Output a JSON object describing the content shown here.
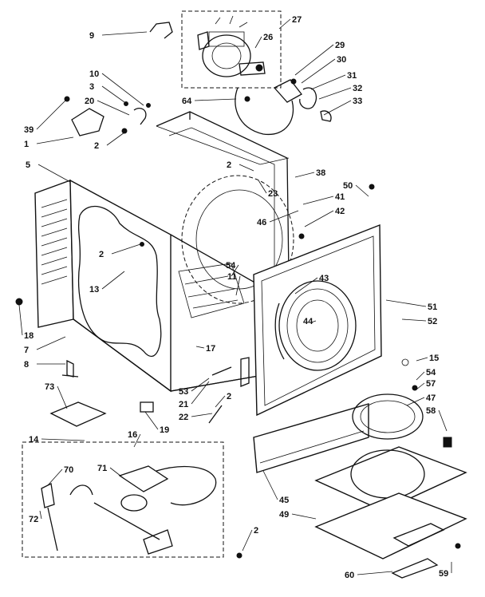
{
  "callouts": [
    "9",
    "27",
    "26",
    "29",
    "30",
    "31",
    "32",
    "33",
    "10",
    "3",
    "20",
    "64",
    "39",
    "1",
    "2",
    "5",
    "2",
    "38",
    "50",
    "23",
    "41",
    "46",
    "42",
    "2",
    "13",
    "54",
    "11",
    "43",
    "51",
    "52",
    "18",
    "44",
    "7",
    "17",
    "15",
    "8",
    "54",
    "57",
    "53",
    "21",
    "47",
    "22",
    "2",
    "58",
    "73",
    "19",
    "14",
    "16",
    "70",
    "71",
    "45",
    "49",
    "72",
    "2",
    "60",
    "59"
  ]
}
